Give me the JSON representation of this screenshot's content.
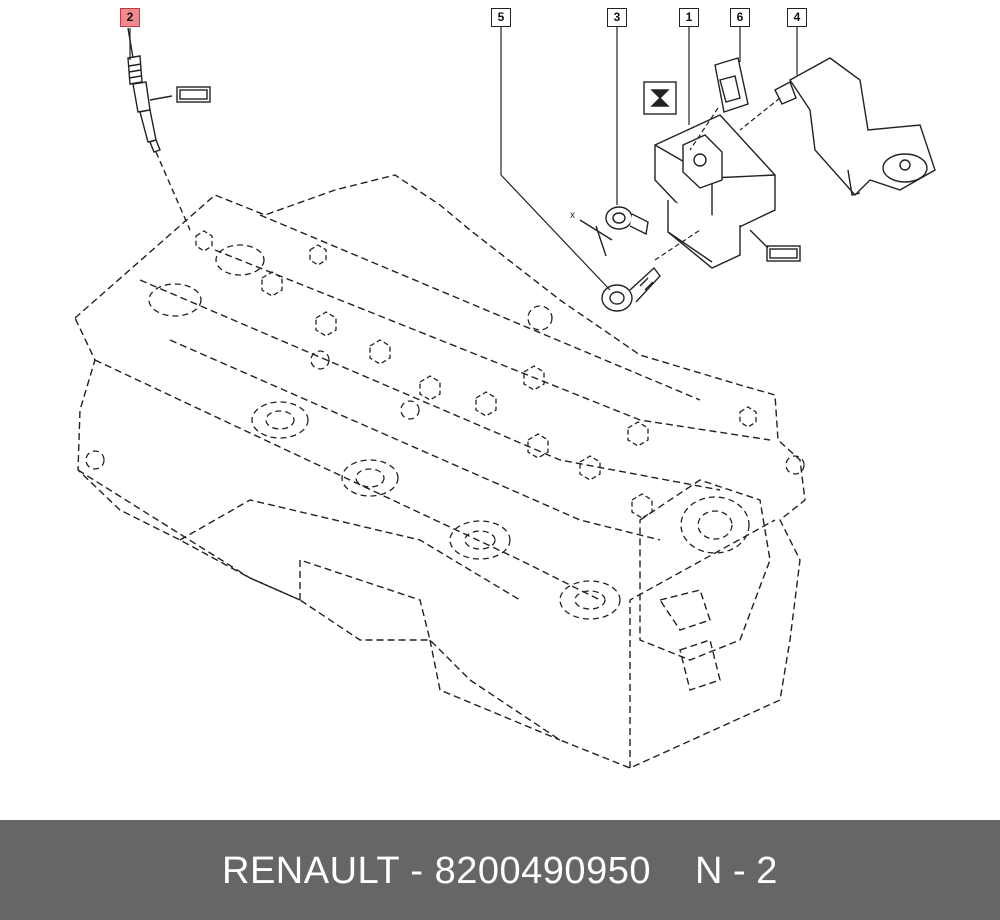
{
  "diagram": {
    "callouts": [
      {
        "id": "callout-2",
        "label": "2",
        "highlighted": true
      },
      {
        "id": "callout-5",
        "label": "5",
        "highlighted": false
      },
      {
        "id": "callout-3",
        "label": "3",
        "highlighted": false
      },
      {
        "id": "callout-1",
        "label": "1",
        "highlighted": false
      },
      {
        "id": "callout-6",
        "label": "6",
        "highlighted": false
      },
      {
        "id": "callout-4",
        "label": "4",
        "highlighted": false
      }
    ],
    "axis_mark": "x",
    "colors": {
      "highlight_fill": "#f08a8f",
      "highlight_border": "#c23b42",
      "line": "#222222",
      "footer_bg": "#666666",
      "footer_text": "#ffffff"
    }
  },
  "footer": {
    "title": "RENAULT - 8200490950",
    "code": "N - 2"
  }
}
